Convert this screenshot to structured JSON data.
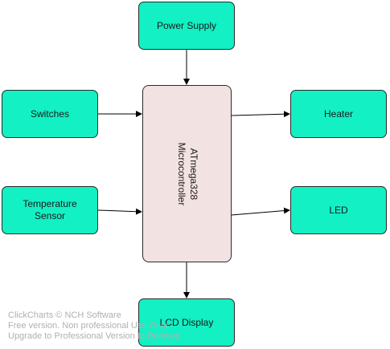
{
  "diagram": {
    "power_supply": "Power Supply",
    "switches": "Switches",
    "temperature_sensor": [
      "Temperature",
      "Sensor"
    ],
    "microcontroller": [
      "ATmega328",
      "Microcontroller"
    ],
    "heater": "Heater",
    "led": "LED",
    "lcd_display": "LCD Display",
    "colors": {
      "node_fill": "#12f0c4",
      "mcu_fill": "#f3e2e2"
    }
  },
  "watermark": [
    "ClickCharts © NCH Software",
    "Free version. Non professional Use Only.",
    "Upgrade to Professional Version to Remove"
  ]
}
